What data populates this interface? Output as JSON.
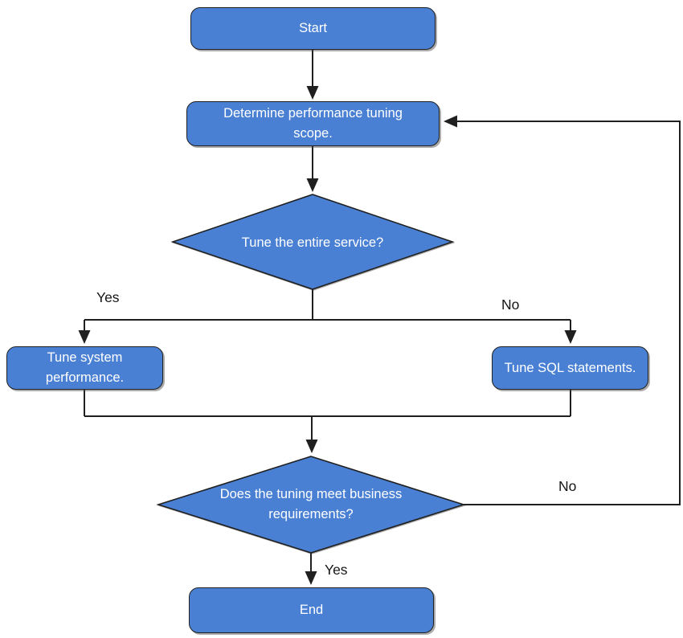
{
  "diagram": {
    "type": "flowchart",
    "colors": {
      "node_fill": "#4a80d4",
      "node_border": "#202020",
      "node_text": "#ffffff",
      "connector": "#202020",
      "edge_label_text": "#151515",
      "background": "#ffffff"
    },
    "nodes": [
      {
        "id": "start",
        "shape": "rounded-rect",
        "label": "Start"
      },
      {
        "id": "scope",
        "shape": "rounded-rect",
        "label": "Determine performance tuning scope."
      },
      {
        "id": "decision1",
        "shape": "diamond",
        "label": "Tune the entire service?"
      },
      {
        "id": "tune_system",
        "shape": "rounded-rect",
        "label": "Tune system performance."
      },
      {
        "id": "tune_sql",
        "shape": "rounded-rect",
        "label": "Tune SQL statements."
      },
      {
        "id": "decision2",
        "shape": "diamond",
        "label": "Does the tuning meet business requirements?"
      },
      {
        "id": "end",
        "shape": "rounded-rect",
        "label": "End"
      }
    ],
    "edges": [
      {
        "from": "start",
        "to": "scope",
        "label": ""
      },
      {
        "from": "scope",
        "to": "decision1",
        "label": ""
      },
      {
        "from": "decision1",
        "to": "tune_system",
        "label": "Yes"
      },
      {
        "from": "decision1",
        "to": "tune_sql",
        "label": "No"
      },
      {
        "from": "tune_system",
        "to": "decision2",
        "label": ""
      },
      {
        "from": "tune_sql",
        "to": "decision2",
        "label": ""
      },
      {
        "from": "decision2",
        "to": "end",
        "label": "Yes"
      },
      {
        "from": "decision2",
        "to": "scope",
        "label": "No"
      }
    ]
  }
}
